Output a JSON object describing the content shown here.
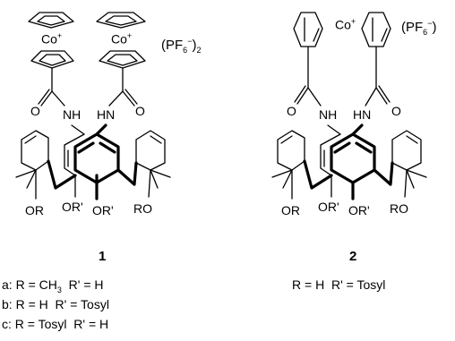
{
  "compound_1": {
    "number": "1",
    "cation_label": "Co",
    "cation_charge": "+",
    "counterion_open": "(PF",
    "counterion_sub": "6",
    "counterion_sup": "−",
    "counterion_close": ")",
    "counterion_mult": "2",
    "amide_o": "O",
    "amide_nh_left": "NH",
    "amide_nh_right": "HN",
    "lower_rim": [
      "OR",
      "OR'",
      "OR'",
      "RO"
    ],
    "variants": [
      {
        "id": "a:",
        "r": "R = CH",
        "r_sub": "3",
        "rp": "R' = H"
      },
      {
        "id": "b:",
        "r": "R = H",
        "r_sub": "",
        "rp": "R' = Tosyl"
      },
      {
        "id": "c:",
        "r": "R = Tosyl",
        "r_sub": "",
        "rp": "R' = H"
      }
    ]
  },
  "compound_2": {
    "number": "2",
    "cation_label": "Co",
    "cation_charge": "+",
    "counterion_open": "(PF",
    "counterion_sub": "6",
    "counterion_sup": "−",
    "counterion_close": ")",
    "amide_o": "O",
    "amide_nh_left": "NH",
    "amide_nh_right": "HN",
    "lower_rim": [
      "OR",
      "OR'",
      "OR'",
      "RO"
    ],
    "substituents": "R = H  R' = Tosyl"
  }
}
